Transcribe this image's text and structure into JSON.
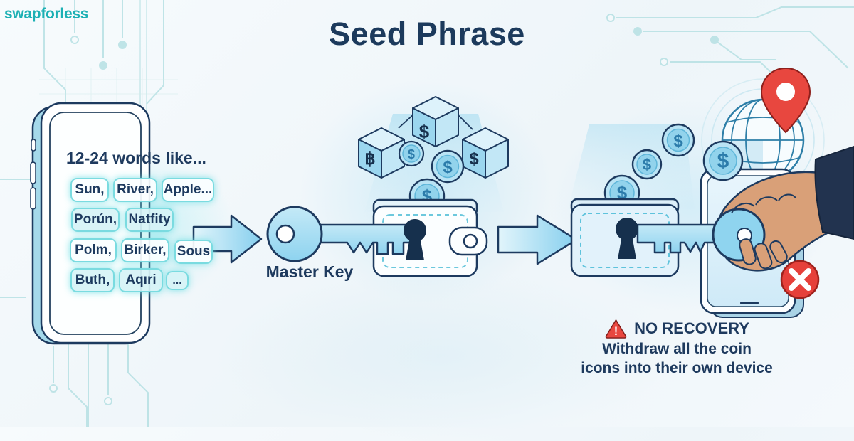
{
  "brand": {
    "name": "swapforless"
  },
  "title": "Seed Phrase",
  "phone": {
    "heading": "12-24 words like...",
    "words": [
      "Sun,",
      "River,",
      "Apple...",
      "Porún,",
      "Natfity",
      "Polm,",
      "Birker,",
      "Sous",
      "Buth,",
      "Aqıri",
      "..."
    ]
  },
  "master_key": {
    "label": "Master Key"
  },
  "warning": {
    "title": "NO RECOVERY",
    "line1": "Withdraw all the coin",
    "line2": "icons into their own device"
  },
  "symbols": {
    "dollar": "$",
    "bitcoin": "฿",
    "exclamation": "!"
  },
  "colors": {
    "accent_teal": "#1cb0b4",
    "navy_text": "#1e3a5e",
    "outline_navy": "#1d3a5f",
    "light_blue": "#9fd6ee",
    "alert_red": "#e8473f"
  }
}
